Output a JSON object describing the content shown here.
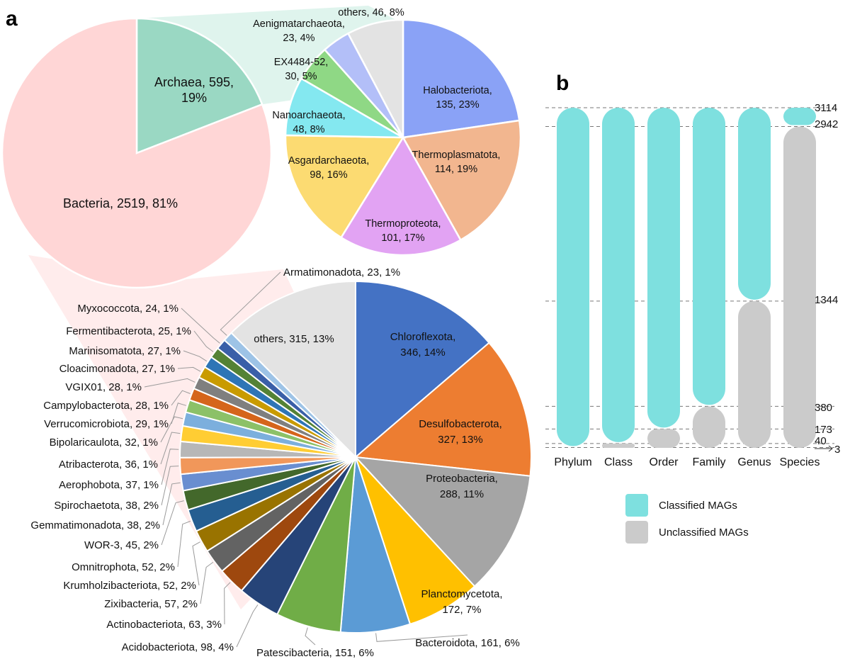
{
  "panel_a_letter": "a",
  "panel_b_letter": "b",
  "chart_data": [
    {
      "type": "pie",
      "name": "domain",
      "slices": [
        {
          "label": "Archaea, 595, 19%",
          "value": 595,
          "color": "#9ad8c3"
        },
        {
          "label": "Bacteria, 2519, 81%",
          "value": 2519,
          "color": "#ffd6d6"
        }
      ]
    },
    {
      "type": "pie",
      "name": "archaea",
      "slices": [
        {
          "label": [
            "Halobacteriota,",
            "135, 23%"
          ],
          "value": 135,
          "color": "#8aa2f6"
        },
        {
          "label": [
            "Thermoplasmatota,",
            "114, 19%"
          ],
          "value": 114,
          "color": "#f2b68f"
        },
        {
          "label": [
            "Thermoproteota,",
            "101, 17%"
          ],
          "value": 101,
          "color": "#e2a3f3"
        },
        {
          "label": [
            "Asgardarchaeota,",
            "98, 16%"
          ],
          "value": 98,
          "color": "#fcdb72"
        },
        {
          "label": [
            "Nanoarchaeota,",
            "48, 8%"
          ],
          "value": 48,
          "color": "#84e8f0"
        },
        {
          "label": [
            "EX4484-52,",
            "30, 5%"
          ],
          "value": 30,
          "color": "#8fd885"
        },
        {
          "label": [
            "Aenigmatarchaeota,",
            "23, 4%"
          ],
          "value": 23,
          "color": "#b3bff8"
        },
        {
          "label": [
            "others, 46, 8%"
          ],
          "value": 46,
          "color": "#e3e3e3"
        }
      ]
    },
    {
      "type": "pie",
      "name": "bacteria",
      "slices": [
        {
          "label": [
            "Chloroflexota,",
            "346, 14%"
          ],
          "value": 346,
          "color": "#4472c4"
        },
        {
          "label": [
            "Desulfobacterota,",
            "327, 13%"
          ],
          "value": 327,
          "color": "#ed7d31"
        },
        {
          "label": [
            "Proteobacteria,",
            "288, 11%"
          ],
          "value": 288,
          "color": "#a5a5a5"
        },
        {
          "label": [
            "Planctomycetota,",
            "172, 7%"
          ],
          "value": 172,
          "color": "#ffc000"
        },
        {
          "label": [
            "Bacteroidota, 161, 6%"
          ],
          "value": 161,
          "color": "#5b9bd5"
        },
        {
          "label": [
            "Patescibacteria, 151, 6%"
          ],
          "value": 151,
          "color": "#70ad47"
        },
        {
          "label": [
            "Acidobacteriota, 98, 4%"
          ],
          "value": 98,
          "color": "#264478"
        },
        {
          "label": [
            "Actinobacteriota, 63, 3%"
          ],
          "value": 63,
          "color": "#9e480e"
        },
        {
          "label": [
            "Zixibacteria, 57, 2%"
          ],
          "value": 57,
          "color": "#636363"
        },
        {
          "label": [
            "Krumholzibacteriota, 52, 2%"
          ],
          "value": 52,
          "color": "#997300"
        },
        {
          "label": [
            "Omnitrophota, 52, 2%"
          ],
          "value": 52,
          "color": "#255e91"
        },
        {
          "label": [
            "WOR-3, 45, 2%"
          ],
          "value": 45,
          "color": "#43682b"
        },
        {
          "label": [
            "Gemmatimonadota, 38, 2%"
          ],
          "value": 38,
          "color": "#698ed0"
        },
        {
          "label": [
            "Spirochaetota, 38, 2%"
          ],
          "value": 38,
          "color": "#f1975a"
        },
        {
          "label": [
            "Aerophobota, 37, 1%"
          ],
          "value": 37,
          "color": "#b7b7b7"
        },
        {
          "label": [
            "Atribacterota, 36, 1%"
          ],
          "value": 36,
          "color": "#ffcd33"
        },
        {
          "label": [
            "Bipolaricaulota, 32, 1%"
          ],
          "value": 32,
          "color": "#7cafdd"
        },
        {
          "label": [
            "Verrucomicrobiota, 29, 1%"
          ],
          "value": 29,
          "color": "#8cc168"
        },
        {
          "label": [
            "Campylobacterota, 28, 1%"
          ],
          "value": 28,
          "color": "#d5651b"
        },
        {
          "label": [
            "VGIX01, 28, 1%"
          ],
          "value": 28,
          "color": "#7f7f7f"
        },
        {
          "label": [
            "Cloacimonadota, 27, 1%"
          ],
          "value": 27,
          "color": "#c99b00"
        },
        {
          "label": [
            "Marinisomatota, 27, 1%"
          ],
          "value": 27,
          "color": "#2e75b6"
        },
        {
          "label": [
            "Fermentibacterota, 25, 1%"
          ],
          "value": 25,
          "color": "#548235"
        },
        {
          "label": [
            "Myxococcota, 24, 1%"
          ],
          "value": 24,
          "color": "#3a5fa8"
        },
        {
          "label": [
            "Armatimonadota, 23, 1%"
          ],
          "value": 23,
          "color": "#9dc3e6"
        },
        {
          "label": [
            "others, 315, 13%"
          ],
          "value": 315,
          "color": "#e3e3e3"
        }
      ]
    },
    {
      "type": "bar",
      "name": "taxonomic classification",
      "categories": [
        "Phylum",
        "Class",
        "Order",
        "Family",
        "Genus",
        "Species"
      ],
      "series": [
        {
          "name": "Classified MAGs",
          "values": [
            3111,
            3074,
            2941,
            2734,
            1770,
            172
          ],
          "color": "#7ee0df"
        },
        {
          "name": "Unclassified MAGs",
          "values": [
            3,
            40,
            173,
            380,
            1344,
            2942
          ],
          "color": "#cbcbcb"
        }
      ],
      "total": 3114,
      "reference_ticks": [
        3114,
        2942,
        1344,
        380,
        173,
        40,
        3
      ],
      "ylim": [
        0,
        3114
      ]
    }
  ]
}
